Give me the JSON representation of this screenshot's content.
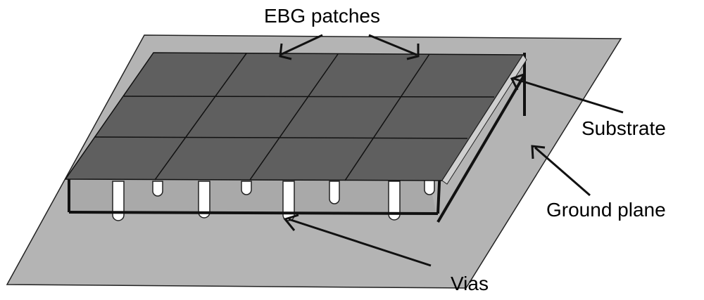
{
  "labels": {
    "ebg_patches": "EBG patches",
    "substrate": "Substrate",
    "ground_plane": "Ground plane",
    "vias": "Vias"
  },
  "colors": {
    "ground_plane": "#b4b4b4",
    "patch": "#5f5f5f",
    "patch_lines": "#111111",
    "substrate_front": "#a8a8a8",
    "via": "#ffffff"
  },
  "structure": {
    "patch_rows": 3,
    "patch_cols": 4
  }
}
